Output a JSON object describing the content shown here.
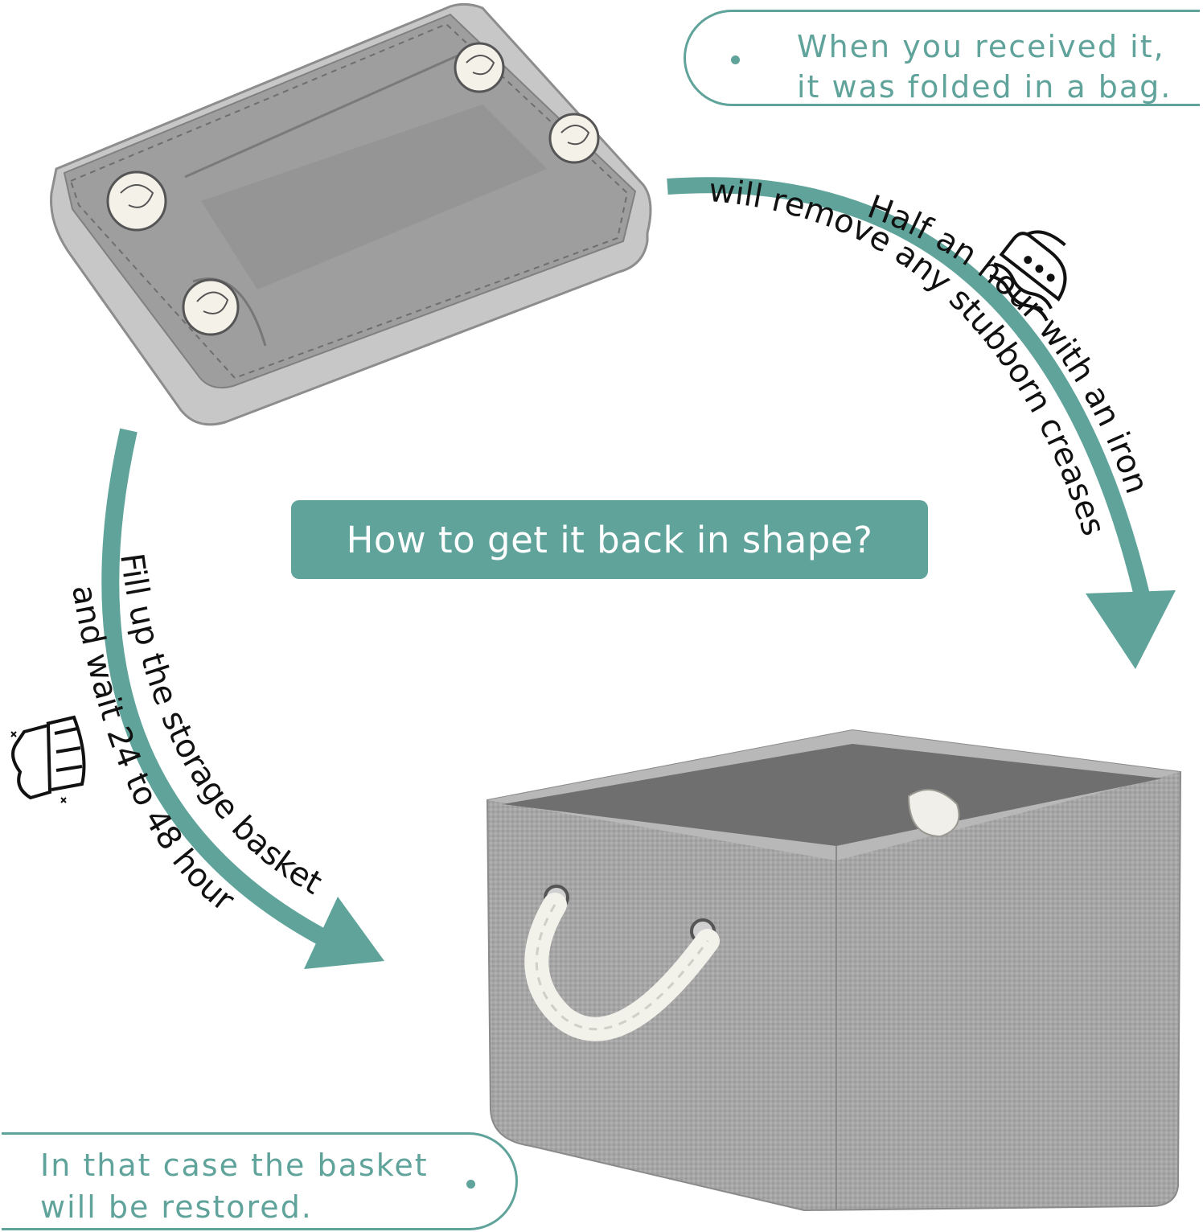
{
  "title": "How to get it back in shape?",
  "callouts": {
    "top": [
      "When you received it,",
      "it was folded in a bag."
    ],
    "bottom": [
      "In that case the basket",
      "will be restored."
    ]
  },
  "methods": {
    "iron": [
      "Half an hour with an iron",
      "will remove any stubborn creases"
    ],
    "fill": [
      "Fill up the storage basket",
      "and wait 24 to 48 hours"
    ]
  },
  "icons": {
    "iron": "steam-iron-icon",
    "fill": "stacked-clothes-icon"
  },
  "colors": {
    "accent": "#5fa39b",
    "basket": "#a3a3a3",
    "basket_dark": "#7d7d7d",
    "rope": "#efefe8"
  }
}
